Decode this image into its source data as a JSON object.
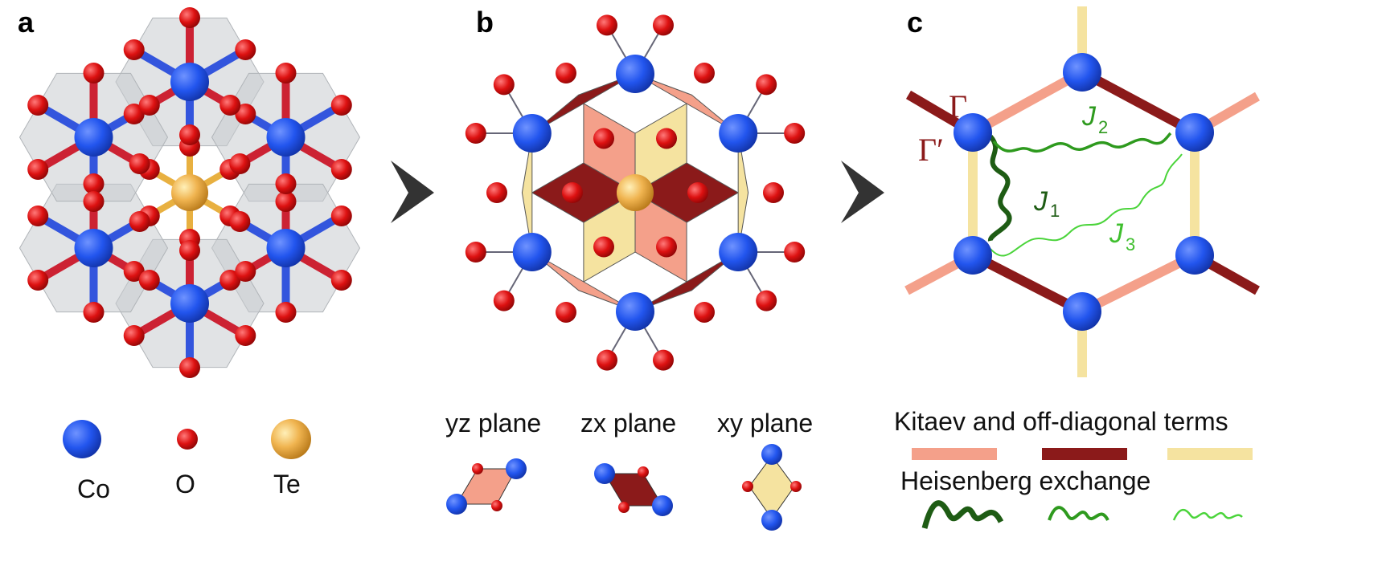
{
  "panels": {
    "a": {
      "label": "a"
    },
    "b": {
      "label": "b"
    },
    "c": {
      "label": "c"
    }
  },
  "legend_atoms": [
    {
      "label": "Co",
      "color": "#2255ee"
    },
    {
      "label": "O",
      "color": "#dd1111"
    },
    {
      "label": "Te",
      "color": "#e8a838"
    }
  ],
  "planes": [
    {
      "label": "yz plane",
      "color": "#f4a08a"
    },
    {
      "label": "zx plane",
      "color": "#8b1a1a"
    },
    {
      "label": "xy plane",
      "color": "#f5e3a0"
    }
  ],
  "panel_c": {
    "gamma": "Γ",
    "gamma_prime": "Γ′",
    "j1": {
      "base": "J",
      "sub": "1",
      "color": "#1e5c14"
    },
    "j2": {
      "base": "J",
      "sub": "2",
      "color": "#2e9a1e"
    },
    "j3": {
      "base": "J",
      "sub": "3",
      "color": "#4ad43a"
    },
    "kitaev_title": "Kitaev and off-diagonal terms",
    "heisenberg_title": "Heisenberg exchange"
  },
  "colors": {
    "co": "#2255ee",
    "o": "#dd1111",
    "te": "#e8a838",
    "bond_light": "#f4a08a",
    "bond_dark": "#8b1a1a",
    "bond_yellow": "#f5e3a0",
    "arrow": "#333333"
  }
}
